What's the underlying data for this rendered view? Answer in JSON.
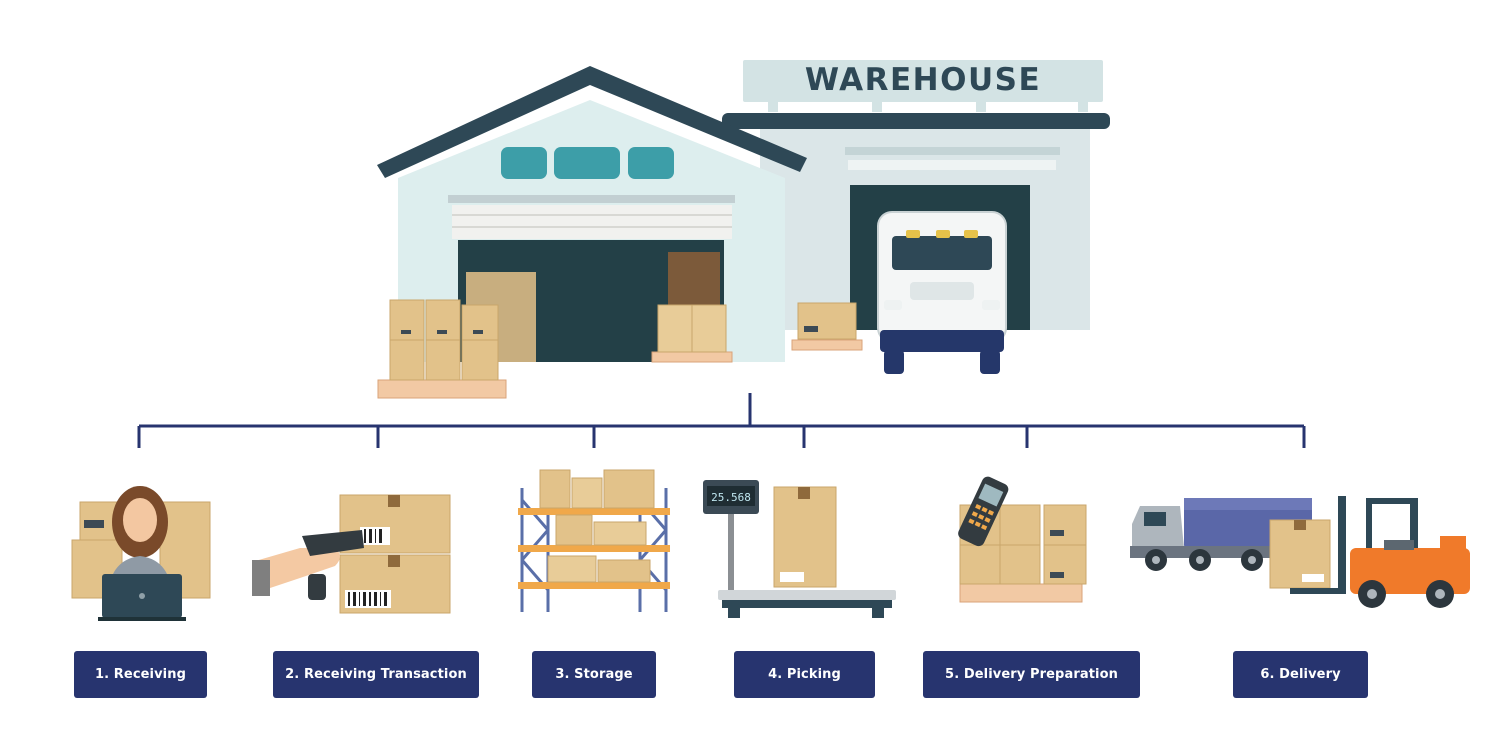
{
  "warehouse": {
    "sign_text": "WAREHOUSE"
  },
  "scale": {
    "readout": "25.568"
  },
  "steps": [
    {
      "label": "1. Receiving",
      "icon": "receiving-clerk-laptop-icon"
    },
    {
      "label": "2. Receiving Transaction",
      "icon": "barcode-scanner-boxes-icon"
    },
    {
      "label": "3. Storage",
      "icon": "storage-shelving-icon"
    },
    {
      "label": "4. Picking",
      "icon": "weighing-scale-box-icon"
    },
    {
      "label": "5. Delivery Preparation",
      "icon": "handheld-terminal-pallet-icon"
    },
    {
      "label": "6. Delivery",
      "icon": "truck-forklift-icon"
    }
  ],
  "colors": {
    "label_bg": "#27346f",
    "connector": "#27346f",
    "roof": "#2e4856",
    "box": "#e2c28a",
    "pallet": "#f2c9a4"
  }
}
